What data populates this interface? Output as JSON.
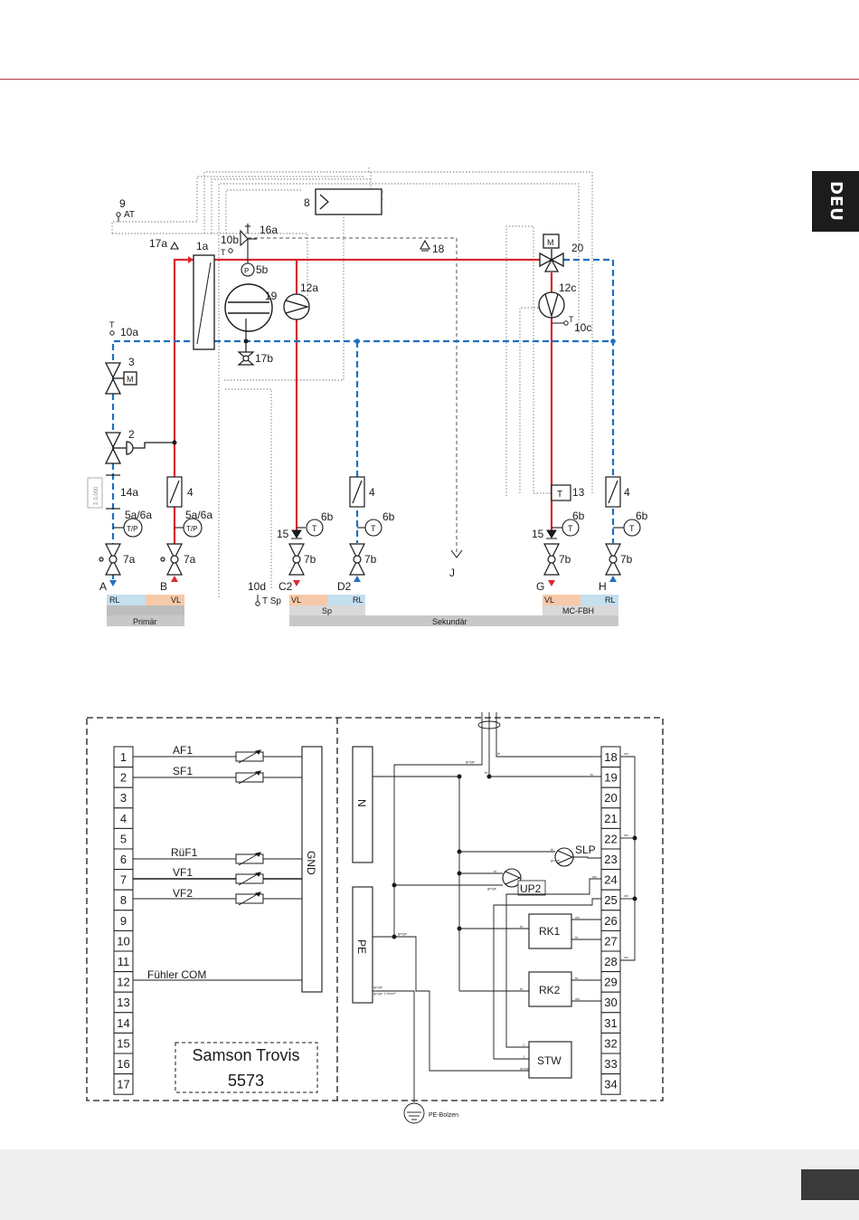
{
  "language_tab": "DEU",
  "hydraulic": {
    "labels": {
      "l9": "9",
      "at": "AT",
      "l8": "8",
      "l16a": "16a",
      "l17a": "17a",
      "l1a": "1a",
      "l10b": "10b",
      "l5b": "5b",
      "p": "P",
      "l18": "18",
      "l20": "20",
      "m": "M",
      "l19": "19",
      "l12a": "12a",
      "l12c": "12c",
      "l10a": "10a",
      "l10c": "10c",
      "l17b": "17b",
      "l3": "3",
      "l2": "2",
      "l14a": "14a",
      "counter": "Σ 0.000",
      "l4": "4",
      "l13": "13",
      "t": "T",
      "l5a6a": "5a/6a",
      "tp": "T/P",
      "l6b": "6b",
      "l15": "15",
      "l7a": "7a",
      "l7b": "7b",
      "a": "A",
      "b": "B",
      "c2": "C2",
      "d2": "D2",
      "g": "G",
      "h": "H",
      "j": "J",
      "l10d": "10d",
      "tsp": "T Sp"
    },
    "legend": {
      "rl": "RL",
      "vl": "VL",
      "primaer": "Primär",
      "sp": "Sp",
      "sekundaer": "Sekundär",
      "mcfbh": "MC-FBH"
    },
    "colors": {
      "flow": "#d9282f",
      "return": "#1f6fc0",
      "vl_fill": "#f6c9a8",
      "rl_fill": "#c4dff0",
      "bar": "#c8c8c8"
    }
  },
  "wiring": {
    "left_terminals": [
      "1",
      "2",
      "3",
      "4",
      "5",
      "6",
      "7",
      "8",
      "9",
      "10",
      "11",
      "12",
      "13",
      "14",
      "15",
      "16",
      "17"
    ],
    "right_terminals": [
      "18",
      "19",
      "20",
      "21",
      "22",
      "23",
      "24",
      "25",
      "26",
      "27",
      "28",
      "29",
      "30",
      "31",
      "32",
      "33",
      "34"
    ],
    "sensors": {
      "af1": "AF1",
      "sf1": "SF1",
      "ruef1": "RüF1",
      "vf1": "VF1",
      "vf2": "VF2"
    },
    "fuehler_com": "Fühler COM",
    "gnd": "GND",
    "n": "N",
    "pe": "PE",
    "controller_line1": "Samson Trovis",
    "controller_line2": "5573",
    "devices": {
      "slp": "SLP",
      "up2": "UP2",
      "rk1": "RK1",
      "rk2": "RK2",
      "stw": "STW"
    },
    "pe_bolt": "PE-Bolzen",
    "tiny": {
      "gngelb": "gn/ge",
      "sw": "sw",
      "bl": "bl",
      "br": "br",
      "ws": "ws",
      "gr": "gr",
      "cable": "gn/ge 1,5mm²",
      "c": "C",
      "one": "1",
      "two": "2"
    }
  }
}
